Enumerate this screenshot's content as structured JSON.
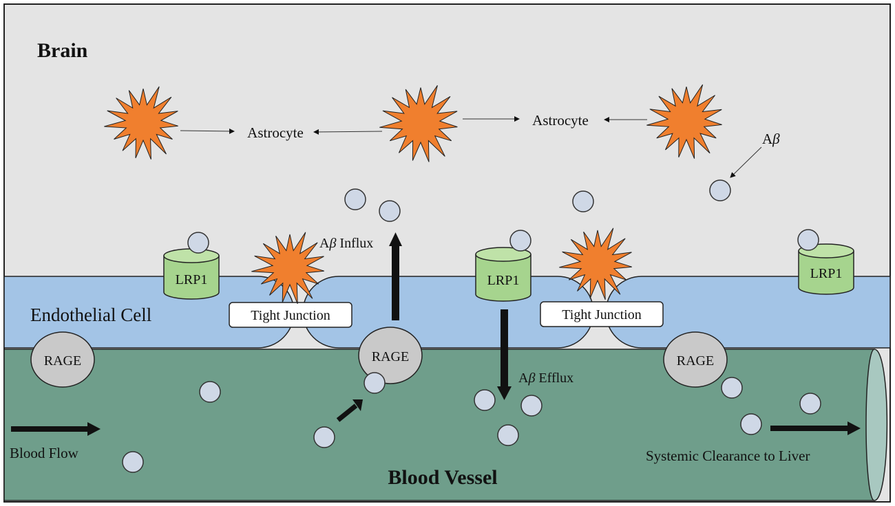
{
  "regions": {
    "brain": {
      "label": "Brain"
    },
    "endothelial": {
      "label": "Endothelial Cell"
    },
    "vessel": {
      "label": "Blood Vessel"
    }
  },
  "astrocytes": {
    "label_left": "Astrocyte",
    "label_right": "Astrocyte"
  },
  "abeta": {
    "label": "A",
    "symbol": "β"
  },
  "transporters": {
    "lrp1": [
      "LRP1",
      "LRP1",
      "LRP1"
    ],
    "rage": [
      "RAGE",
      "RAGE",
      "RAGE"
    ]
  },
  "tight_junctions": [
    "Tight Junction",
    "Tight Junction"
  ],
  "flux": {
    "influx": {
      "prefix": "A",
      "symbol": "β",
      "suffix": " Influx"
    },
    "efflux": {
      "prefix": "A",
      "symbol": "β",
      "suffix": " Efflux"
    }
  },
  "flow": {
    "blood_flow": "Blood Flow",
    "clearance": "Systemic Clearance to Liver"
  },
  "colors": {
    "brain_bg": "#e4e4e4",
    "endothelial": "#a3c4e6",
    "vessel": "#6f9e8b",
    "astrocyte": "#f07f2e",
    "lrp1": "#a6d48e",
    "rage": "#c9c9c9",
    "particle": "#cfd8e6"
  }
}
